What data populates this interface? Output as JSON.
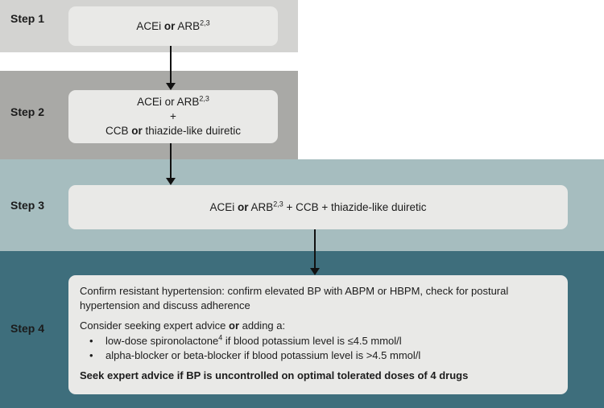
{
  "colors": {
    "step1_band": "#d3d3d1",
    "step2_band": "#a9a9a6",
    "step3_band": "#a6bdbf",
    "step4_band": "#3e6e7c",
    "box_background": "#e9e9e7",
    "arrow": "#111111",
    "text": "#1c1c1c"
  },
  "step1": {
    "label": "Step 1",
    "box": {
      "pre": "ACEi ",
      "or": "or",
      "mid": " ARB",
      "sup": "2,3"
    }
  },
  "step2": {
    "label": "Step 2",
    "box": {
      "line1_text": "ACEi or ARB",
      "line1_sup": "2,3",
      "line2": "+",
      "line3_pre": "CCB ",
      "line3_or": "or",
      "line3_post": " thiazide-like duiretic"
    }
  },
  "step3": {
    "label": "Step 3",
    "box": {
      "pre": "ACEi ",
      "or": "or",
      "mid": " ARB",
      "sup": "2,3",
      "post": " + CCB + thiazide-like duiretic"
    }
  },
  "step4": {
    "label": "Step 4",
    "box": {
      "para1": "Confirm resistant hypertension: confirm elevated BP with ABPM or HBPM, check for postural hypertension and discuss adherence",
      "para2_pre": "Consider seeking expert advice ",
      "para2_or": "or",
      "para2_post": " adding a:",
      "bullet_glyph": "•",
      "bullet1_pre": "low-dose spironolactone",
      "bullet1_sup": "4",
      "bullet1_post": " if blood potassium level is ≤4.5 mmol/l",
      "bullet2": "alpha-blocker or beta-blocker if blood potassium level is >4.5 mmol/l",
      "para3": "Seek expert advice if BP is uncontrolled on optimal tolerated doses of 4 drugs"
    }
  }
}
